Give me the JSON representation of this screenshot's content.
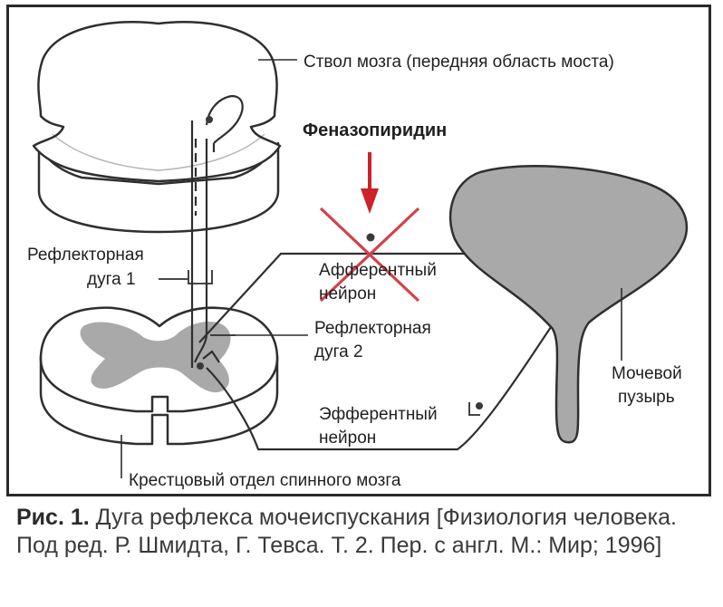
{
  "labels": {
    "brainstem": "Ствол мозга (передняя область моста)",
    "drug": "Феназопиридин",
    "reflex_arc_1_line1": "Рефлекторная",
    "reflex_arc_1_line2": "дуга 1",
    "afferent_line1": "Афферентный",
    "afferent_line2": "нейрон",
    "reflex_arc_2_line1": "Рефлекторная",
    "reflex_arc_2_line2": "дуга 2",
    "efferent_line1": "Эфферентный",
    "efferent_line2": "нейрон",
    "bladder_line1": "Мочевой",
    "bladder_line2": "пузырь",
    "sacral_cord": "Крестцовый отдел спинного мозга"
  },
  "caption": {
    "prefix": "Рис. 1.",
    "text": " Дуга рефлекса мочеиспускания [Физиология человека. Под ред. Р. Шмидта, Г. Тевса. Т. 2. Пер. с англ. М.: Мир; 1996]"
  },
  "colors": {
    "gray_fill": "#a9a9a9",
    "outline": "#2f2f2f",
    "cross": "#d0434b",
    "arrow": "#cc2229"
  }
}
